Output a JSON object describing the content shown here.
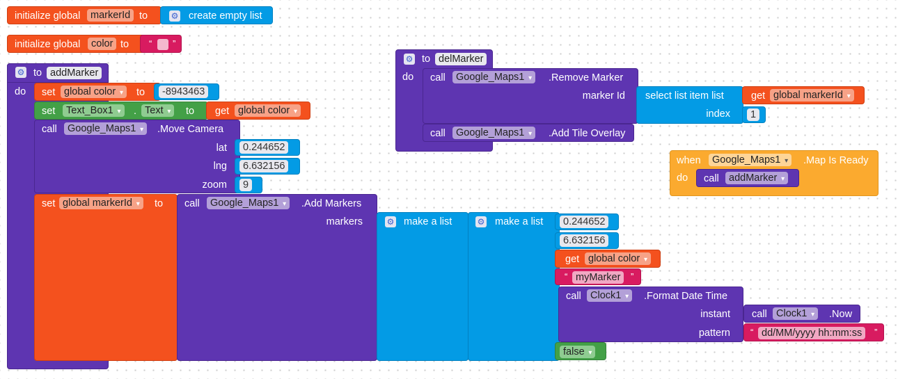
{
  "init_marker": {
    "label": "initialize global",
    "var": "markerId",
    "to": "to",
    "value_label": "create empty list"
  },
  "init_color": {
    "label": "initialize global",
    "var": "color",
    "to": "to",
    "open_quote": "“",
    "close_quote": "”",
    "swatch_color": "#f4b8cd"
  },
  "addMarker": {
    "to": "to",
    "name": "addMarker",
    "do": "do",
    "set_color": {
      "set": "set",
      "var": "global color",
      "to": "to",
      "value": "-8943463"
    },
    "set_text": {
      "set": "set",
      "component": "Text_Box1",
      "dot": ".",
      "prop": "Text",
      "to": "to",
      "get": "get",
      "var": "global color"
    },
    "move_camera": {
      "call": "call",
      "component": "Google_Maps1",
      "method": ".Move Camera",
      "lat_label": "lat",
      "lat": "0.244652",
      "lng_label": "lng",
      "lng": "6.632156",
      "zoom_label": "zoom",
      "zoom": "9"
    },
    "set_marker": {
      "set": "set",
      "var": "global markerId",
      "to": "to",
      "call": "call",
      "component": "Google_Maps1",
      "method": ".Add Markers",
      "markers_label": "markers",
      "make_list_outer": "make a list",
      "make_list_inner": "make a list",
      "item_lat": "0.244652",
      "item_lng": "6.632156",
      "get": "get",
      "get_var": "global color",
      "open_quote": "“",
      "close_quote": "”",
      "text": "myMarker",
      "format_call": "call",
      "format_component": "Clock1",
      "format_method": ".Format Date Time",
      "instant_label": "instant",
      "now_call": "call",
      "now_component": "Clock1",
      "now_method": ".Now",
      "pattern_label": "pattern",
      "pattern": "dd/MM/yyyy hh:mm:ss",
      "bool_value": "false"
    }
  },
  "delMarker": {
    "to": "to",
    "name": "delMarker",
    "do": "do",
    "remove": {
      "call": "call",
      "component": "Google_Maps1",
      "method": ".Remove Marker",
      "marker_id_label": "marker Id",
      "select": "select list item  list",
      "get": "get",
      "get_var": "global markerId",
      "index_label": "index",
      "index": "1"
    },
    "overlay": {
      "call": "call",
      "component": "Google_Maps1",
      "method": ".Add Tile Overlay"
    }
  },
  "map_ready": {
    "when": "when",
    "component": "Google_Maps1",
    "event": ".Map Is Ready",
    "do": "do",
    "call": "call",
    "proc": "addMarker"
  },
  "colors": {
    "variables": "#f4511e",
    "procedures": "#5e35b1",
    "lists": "#039be5",
    "text": "#d81b60",
    "logic_or_component": "#43a047",
    "event": "#fbaa2f"
  }
}
